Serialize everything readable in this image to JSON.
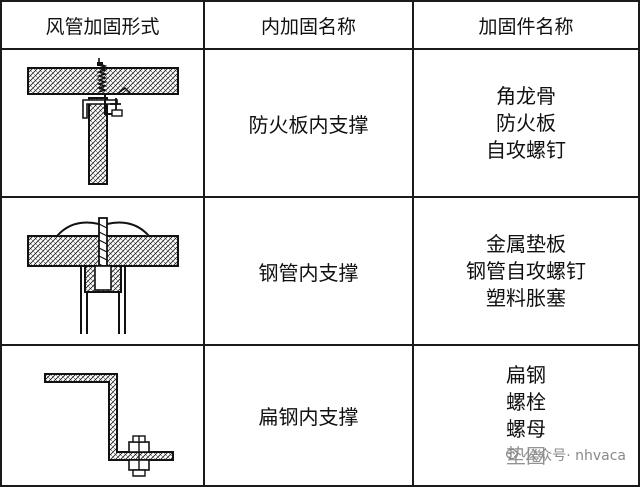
{
  "table": {
    "headers": [
      "风管加固形式",
      "内加固名称",
      "加固件名称"
    ],
    "rows": [
      {
        "figure": "fire-board-inner-support-diagram",
        "name": "防火板内支撑",
        "parts": [
          "角龙骨",
          "防火板",
          "自攻螺钉"
        ]
      },
      {
        "figure": "steel-pipe-inner-support-diagram",
        "name": "钢管内支撑",
        "parts": [
          "金属垫板",
          "钢管自攻螺钉",
          "塑料胀塞"
        ]
      },
      {
        "figure": "flat-steel-inner-support-diagram",
        "name": "扁钢内支撑",
        "parts": [
          "扁钢",
          "螺栓",
          "螺母",
          "垫圈"
        ]
      }
    ]
  },
  "watermark": {
    "text": "公众号· nhvaca",
    "icon": "wechat-icon"
  }
}
